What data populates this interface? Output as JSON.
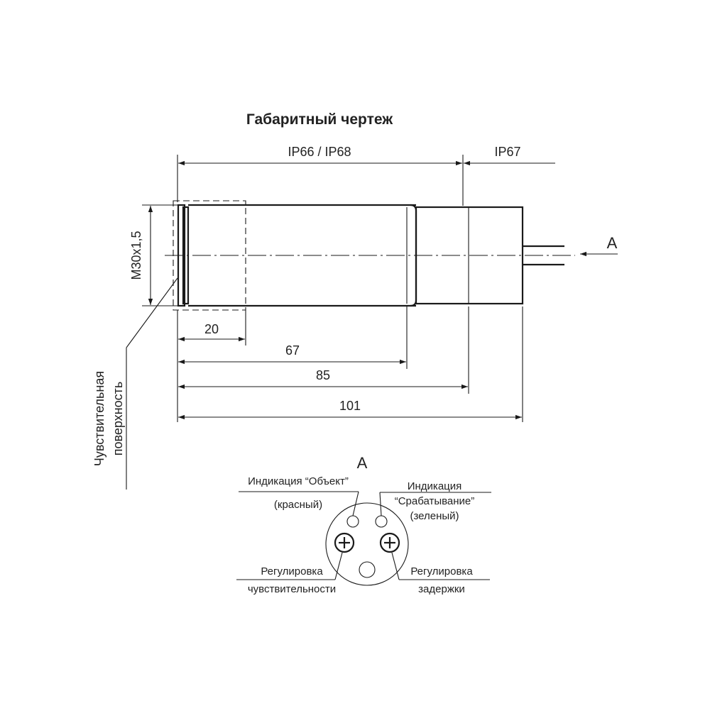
{
  "title": "Габаритный чертеж",
  "protection": {
    "front": "IP66 / IP68",
    "rear": "IP67"
  },
  "dimensions": {
    "thread": "M30x1,5",
    "d20": "20",
    "d67": "67",
    "d85": "85",
    "d101": "101"
  },
  "view_arrow_label": "A",
  "sensing_surface": {
    "line1": "Чувствительная",
    "line2": "поверхность"
  },
  "view_a": {
    "heading": "A",
    "object_indicator": {
      "line1": "Индикация “Объект”",
      "line2": "(красный)"
    },
    "trigger_indicator": {
      "line1": "Индикация",
      "line2": "“Срабатывание”",
      "line3": "(зеленый)"
    },
    "sensitivity_adjust": {
      "line1": "Регулировка",
      "line2": "чувствительности"
    },
    "delay_adjust": {
      "line1": "Регулировка",
      "line2": "задержки"
    }
  },
  "colors": {
    "line": "#1a1a1a",
    "text": "#222222",
    "background": "#ffffff"
  }
}
